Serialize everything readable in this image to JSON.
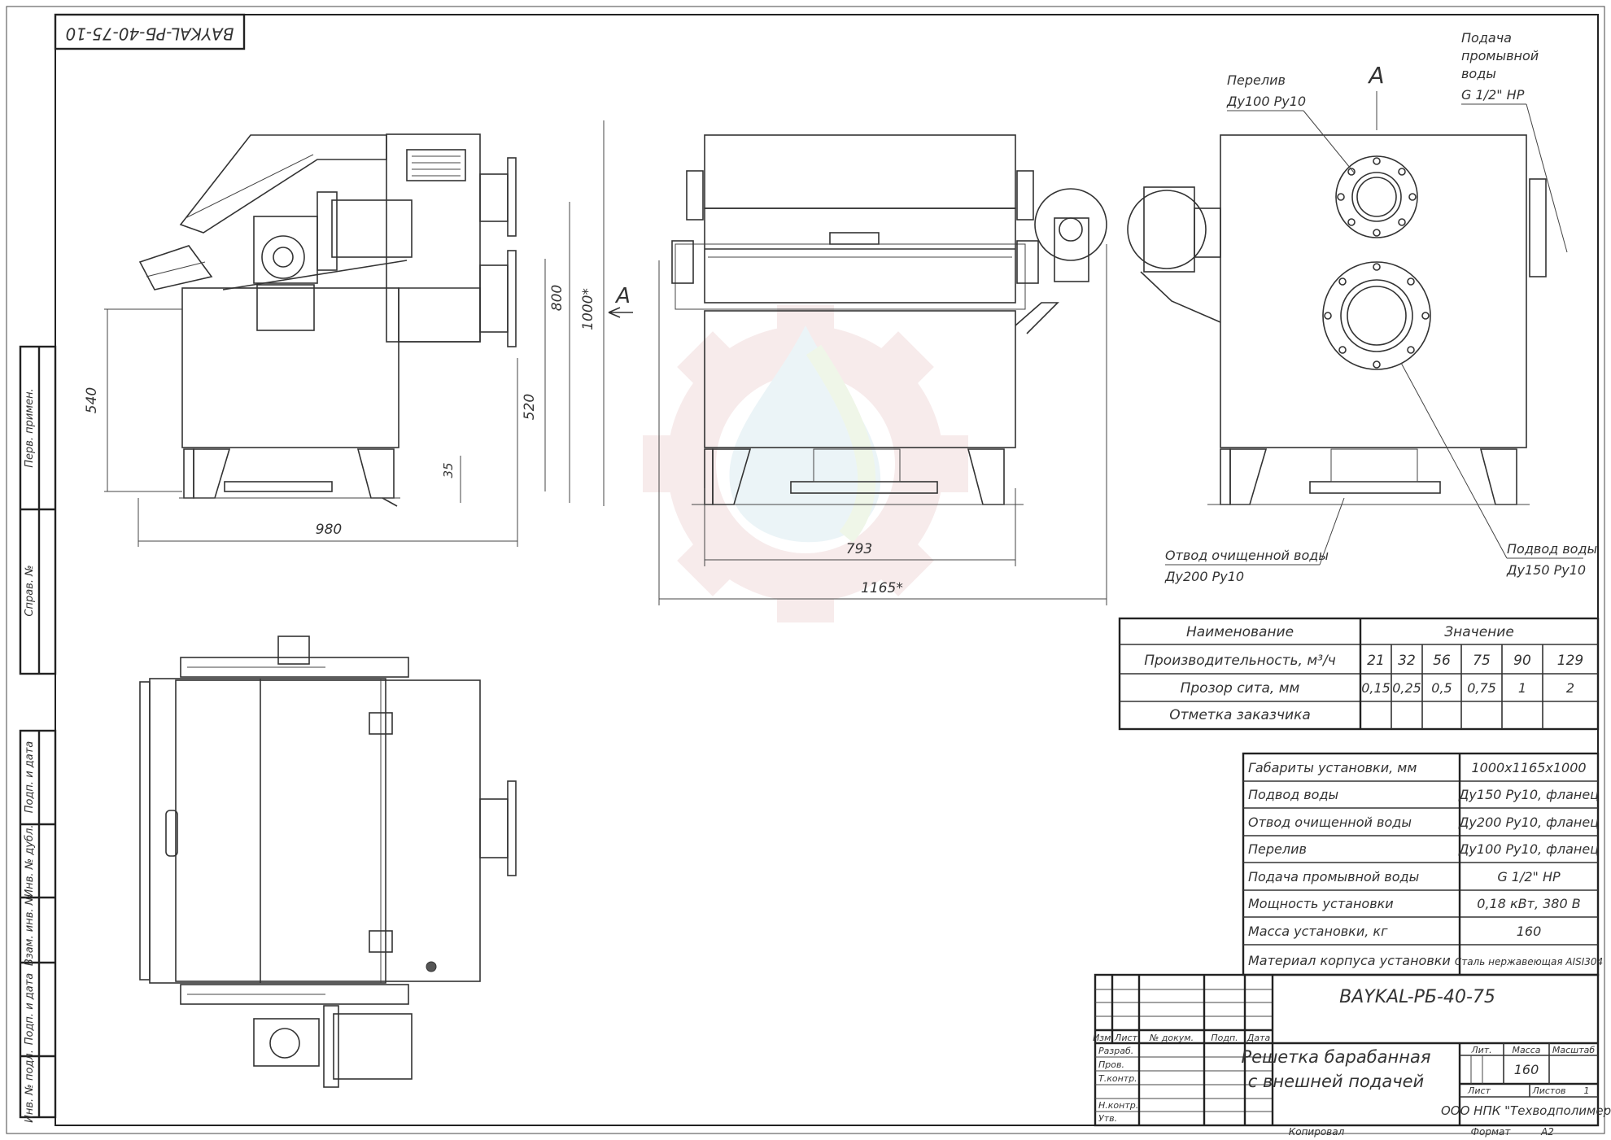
{
  "stamp_code": "BAYKAL-РБ-40-75-10",
  "views": {
    "side_dimensions": [
      "540",
      "520",
      "800",
      "1000*",
      "35",
      "980"
    ],
    "view_marker": "A",
    "front_dimensions": [
      "793",
      "1165*"
    ],
    "end_view_label": "A",
    "callouts": {
      "overflow": [
        "Перелив",
        "Ду100 Ру10"
      ],
      "wash_water": [
        "Подача",
        "промывной",
        "воды",
        "G 1/2\" НР"
      ],
      "clean_outlet": [
        "Отвод очищенной воды",
        "Ду200 Ру10"
      ],
      "water_inlet": [
        "Подвод воды",
        "Ду150 Ру10"
      ]
    }
  },
  "perf_table": {
    "header_name": "Наименование",
    "header_value": "Значение",
    "rows": [
      {
        "label": "Производительность, м³/ч",
        "values": [
          "21",
          "32",
          "56",
          "75",
          "90",
          "129"
        ]
      },
      {
        "label": "Прозор сита, мм",
        "values": [
          "0,15",
          "0,25",
          "0,5",
          "0,75",
          "1",
          "2"
        ]
      },
      {
        "label": "Отметка заказчика",
        "values": [
          "",
          "",
          "",
          "",
          "",
          ""
        ]
      }
    ]
  },
  "spec_table": [
    {
      "label": "Габариты установки, мм",
      "value": "1000х1165х1000"
    },
    {
      "label": "Подвод воды",
      "value": "Ду150 Ру10, фланец"
    },
    {
      "label": "Отвод очищенной воды",
      "value": "Ду200 Ру10, фланец"
    },
    {
      "label": "Перелив",
      "value": "Ду100 Ру10, фланец"
    },
    {
      "label": "Подача промывной воды",
      "value": "G 1/2\" НР"
    },
    {
      "label": "Мощность установки",
      "value": "0,18 кВт, 380 В"
    },
    {
      "label": "Масса установки, кг",
      "value": "160"
    },
    {
      "label": "Материал корпуса установки",
      "value": "Сталь нержавеющая AISI304"
    }
  ],
  "title_block": {
    "designation": "BAYKAL-РБ-40-75",
    "name_line1": "Решетка барабанная",
    "name_line2": "с внешней подачей",
    "col_headers": [
      "Изм.",
      "Лист",
      "№ докум.",
      "Подп.",
      "Дата"
    ],
    "roles": [
      "Разраб.",
      "Пров.",
      "Т.контр.",
      "Н.контр.",
      "Утв."
    ],
    "lit_label": "Лит.",
    "mass_label": "Масса",
    "scale_label": "Масштаб",
    "mass_value": "160",
    "sheet_label": "Лист",
    "sheets_label": "Листов",
    "sheets_value": "1",
    "company": "ООО НПК \"Техводполимер\""
  },
  "footer": {
    "copied": "Копировал",
    "format_label": "Формат",
    "format_value": "А2"
  },
  "margin_labels": [
    "Перв. примен.",
    "Справ. №",
    "Подп. и дата",
    "Инв. № дубл.",
    "Взам. инв. №",
    "Подп. и дата",
    "Инв. № подл."
  ],
  "colors": {
    "line": "#333333",
    "watermark_gear": "#f1dcdc",
    "watermark_drop": "#dcecf2"
  }
}
